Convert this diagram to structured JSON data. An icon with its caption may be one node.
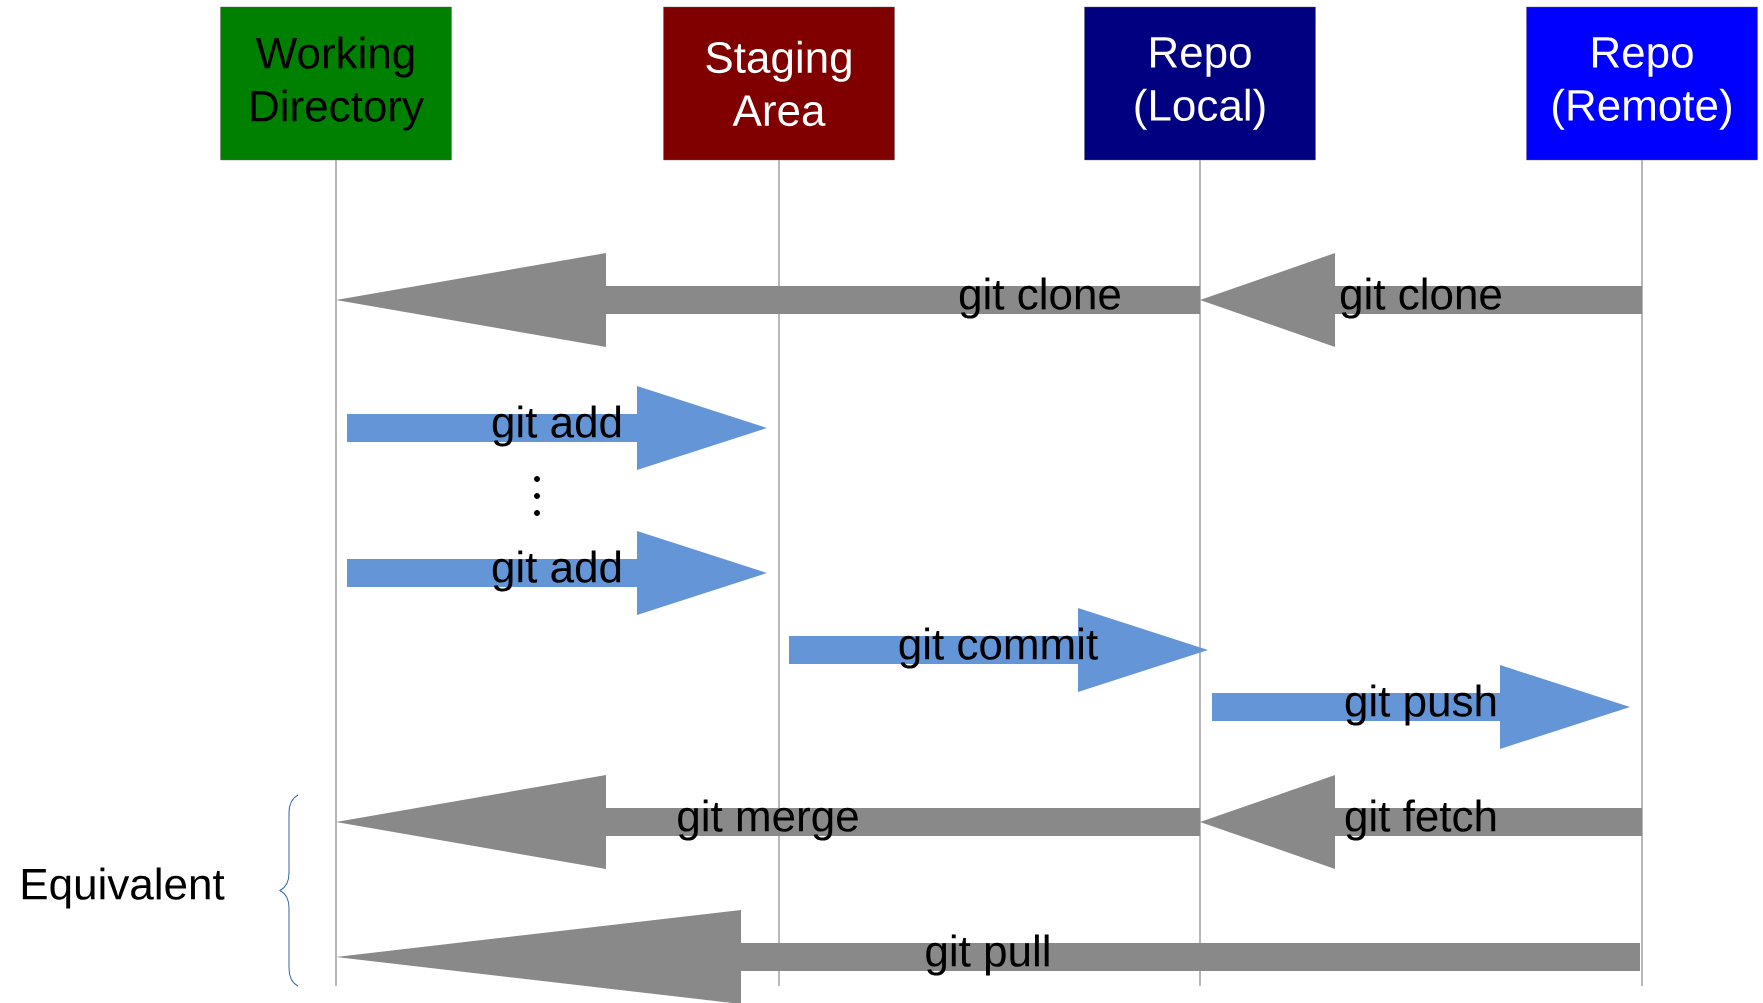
{
  "diagram": {
    "nodes": [
      {
        "text": [
          "Working Directory"
        ]
      },
      {
        "text": [
          "Staging Area"
        ]
      },
      {
        "text": [
          "Repo (Local)"
        ]
      },
      {
        "text": [
          "Repo (Remote)"
        ]
      }
    ],
    "edges": [
      {
        "from": 2,
        "to": 0,
        "arrow": "to",
        "label": "git clone"
      },
      {
        "from": 3,
        "to": 2,
        "arrow": "to",
        "label": "git clone"
      },
      {
        "from": 0,
        "to": 1,
        "arrow": "to",
        "label": "git add",
        "color": "#6495d6"
      },
      {
        "from": 0,
        "to": 1,
        "arrow": "to",
        "label": "git add",
        "color": "#6495d6"
      },
      {
        "from": 1,
        "to": 2,
        "arrow": "to",
        "label": "git commit",
        "color": "#6495d6"
      },
      {
        "from": 2,
        "to": 3,
        "arrow": "to",
        "label": "git push",
        "color": "#6495d6"
      },
      {
        "from": 2,
        "to": 0,
        "arrow": "to",
        "label": "git merge"
      },
      {
        "from": 3,
        "to": 2,
        "arrow": "to",
        "label": "git fetch"
      },
      {
        "from": 3,
        "to": 0,
        "arrow": "to",
        "label": "git pull"
      }
    ],
    "labels": [
      "Equivalent"
    ]
  }
}
